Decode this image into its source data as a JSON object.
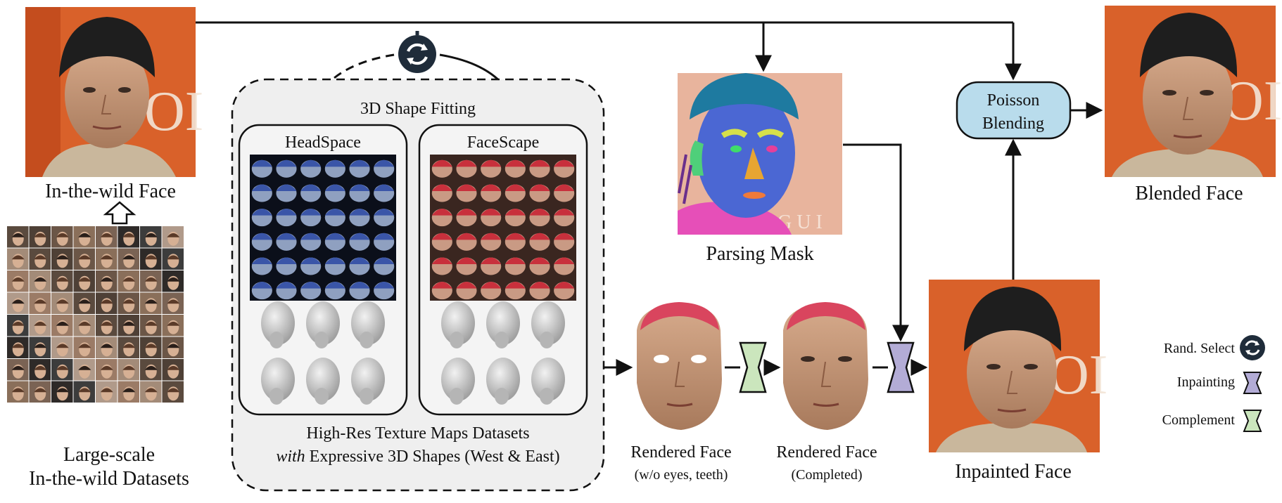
{
  "labels": {
    "in_the_wild_face": "In-the-wild Face",
    "large_scale_1": "Large-scale",
    "large_scale_2": "In-the-wild Datasets",
    "shape_fitting": "3D Shape Fitting",
    "headspace": "HeadSpace",
    "facescape": "FaceScape",
    "texture_line1": "High-Res Texture Maps Datasets",
    "texture_line2_italic": "with",
    "texture_line2_rest": " Expressive 3D Shapes (West & East)",
    "parsing_mask": "Parsing Mask",
    "rendered_face_1": "Rendered Face",
    "rendered_face_1_sub": "(w/o eyes, teeth)",
    "rendered_face_2": "Rendered Face",
    "rendered_face_2_sub": "(Completed)",
    "inpainted_face": "Inpainted Face",
    "poisson_1": "Poisson",
    "poisson_2": "Blending",
    "blended_face": "Blended Face"
  },
  "legend": {
    "rand_select": "Rand. Select",
    "inpainting": "Inpainting",
    "complement": "Complement"
  },
  "colors": {
    "poisson_fill": "#b9dcec",
    "inpainting_fill": "#b3acd6",
    "complement_fill": "#cbe6bd",
    "panel_fill": "#efefef",
    "face_bg": "#d9612a",
    "skin": "#c89a7a",
    "hat": "#1e1e1e",
    "mask_bg": "#e8b49d",
    "mask_face": "#4b67d3",
    "mask_hat": "#1e7aa0"
  },
  "icons": {
    "rand_select": "cycle-arrows-icon",
    "inpainting": "bowtie-purple-icon",
    "complement": "bowtie-green-icon",
    "up_arrow": "hollow-up-arrow-icon"
  }
}
